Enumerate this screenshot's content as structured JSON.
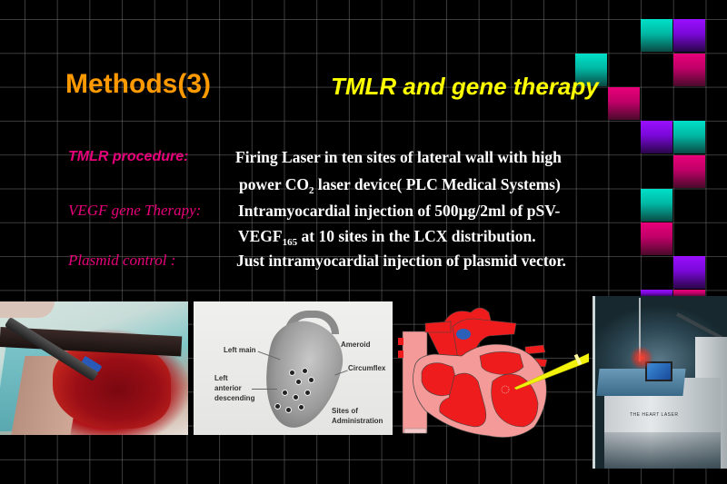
{
  "slide": {
    "title": "Methods(3)",
    "subtitle": "TMLR and gene therapy",
    "colors": {
      "background": "#000000",
      "grid": "#6e6e6e",
      "title": "#ff9a00",
      "subtitle": "#ffff00",
      "label": "#e8007a",
      "body": "#ffffff",
      "tile_teal": "#00e0c8",
      "tile_purple": "#9a10ff",
      "tile_magenta": "#e8007a"
    }
  },
  "methods": [
    {
      "label": "TMLR procedure:",
      "lines": [
        "Firing Laser in ten sites of  lateral wall with high"
      ],
      "line2_pre": "power CO",
      "line2_sub": "2",
      "line2_post": " laser device( PLC Medical Systems)"
    },
    {
      "label": "VEGF gene Therapy:",
      "lines": [
        "Intramyocardial injection of 500µg/2ml of pSV-"
      ],
      "line2_pre": "VEGF",
      "line2_sub": "165",
      "line2_post": " at 10 sites in the LCX distribution."
    },
    {
      "label": "Plasmid control :",
      "lines": [
        "Just intramyocardial injection of plasmid vector."
      ]
    }
  ],
  "diagram": {
    "labels": {
      "left_main": "Left main",
      "ameroid": "Ameroid",
      "circumflex": "Circumflex",
      "lad_1": "Left",
      "lad_2": "anterior",
      "lad_3": "descending",
      "sites_1": "Sites of",
      "sites_2": "Administration"
    }
  },
  "laser_device": {
    "plate_text": "THE HEART LASER"
  }
}
